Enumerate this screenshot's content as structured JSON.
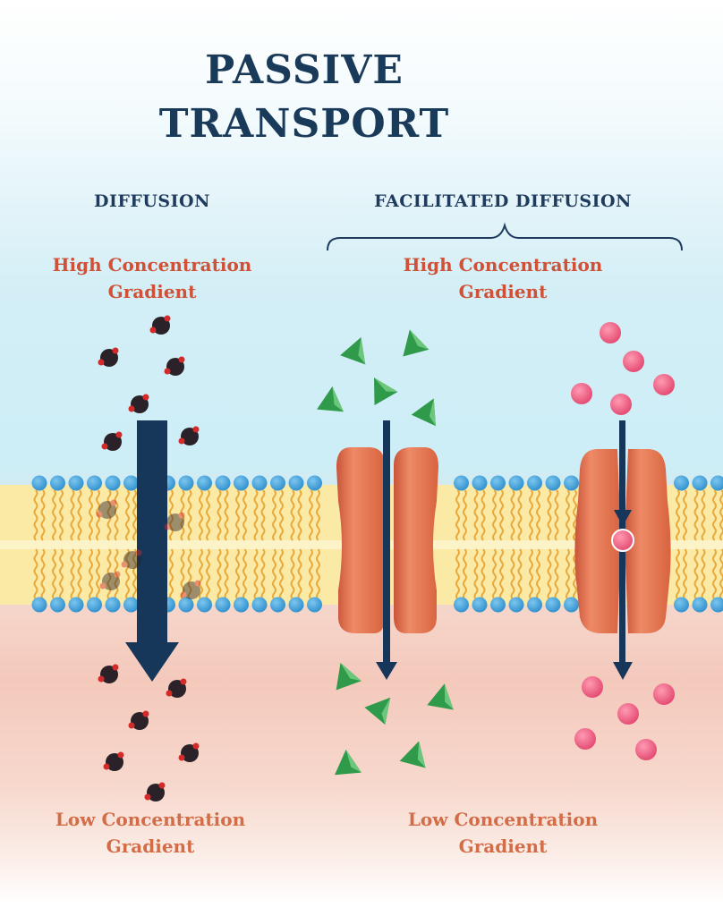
{
  "title": {
    "line1": "PASSIVE",
    "line2": "TRANSPORT"
  },
  "diffusion": {
    "heading": "DIFFUSION",
    "high": {
      "line1": "High Concentration",
      "line2": "Gradient"
    },
    "low": {
      "line1": "Low Concentration",
      "line2": "Gradient"
    }
  },
  "facilitated": {
    "heading": "FACILITATED DIFFUSION",
    "high": {
      "line1": "High Concentration",
      "line2": "Gradient"
    },
    "low": {
      "line1": "Low Concentration",
      "line2": "Gradient"
    }
  },
  "colors": {
    "title": "#1a3a5a",
    "high_text": "#cf5138",
    "low_text": "#d26d47",
    "arrow": "#17375a",
    "lipid_head": "#3d9fd8",
    "lipid_tail": "#e8a93a",
    "membrane_core": "#fbe9a6",
    "channel_protein": "#e06a47",
    "particle_dark": "#2a2228",
    "particle_dark_tip": "#d32a2a",
    "particle_green": "#2e9a4a",
    "particle_pink": "#ea5178"
  },
  "icons": {
    "diffusion_molecule": "dark-molecule-icon",
    "channel_molecule": "green-triangle-icon",
    "carrier_molecule": "pink-sphere-icon",
    "arrow": "down-arrow-icon"
  }
}
